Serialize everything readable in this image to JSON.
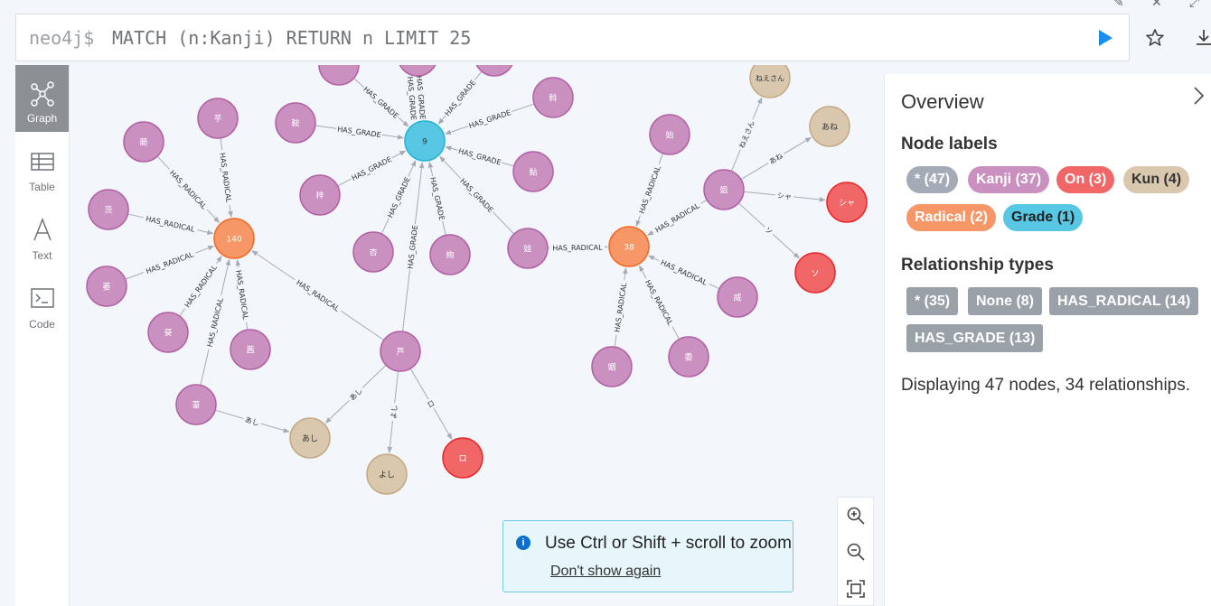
{
  "editor": {
    "prompt": "neo4j$",
    "query": "MATCH (n:Kanji) RETURN n LIMIT 25"
  },
  "sidebar": {
    "items": [
      {
        "label": "Graph"
      },
      {
        "label": "Table"
      },
      {
        "label": "Text"
      },
      {
        "label": "Code"
      }
    ]
  },
  "overview": {
    "title": "Overview",
    "node_labels_heading": "Node labels",
    "node_labels": [
      {
        "label": "* (47)",
        "color": "#a5abb6"
      },
      {
        "label": "Kanji (37)",
        "color": "#c990c0"
      },
      {
        "label": "On (3)",
        "color": "#f16667"
      },
      {
        "label": "Kun (4)",
        "color": "#d9c8ae"
      },
      {
        "label": "Radical (2)",
        "color": "#f79767"
      },
      {
        "label": "Grade (1)",
        "color": "#57c7e3"
      }
    ],
    "rel_types_heading": "Relationship types",
    "rel_types": [
      "* (35)",
      "None (8)",
      "HAS_RADICAL (14)",
      "HAS_GRADE (13)"
    ],
    "summary": "Displaying 47 nodes, 34 relationships."
  },
  "toast": {
    "message": "Use Ctrl or Shift + scroll to zoom",
    "link": "Don't show again"
  },
  "graph": {
    "colors": {
      "Kanji": "#c990c0",
      "On": "#f16667",
      "Kun": "#d9c8ae",
      "Radical": "#f79767",
      "Grade": "#57c7e3"
    },
    "nodes": [
      {
        "id": "g9",
        "label": "Grade",
        "caption": "9"
      },
      {
        "id": "r140",
        "label": "Radical",
        "caption": "140"
      },
      {
        "id": "r38",
        "label": "Radical",
        "caption": "38"
      },
      {
        "id": "k_top1",
        "label": "Kanji",
        "caption": ""
      },
      {
        "id": "k_top2",
        "label": "Kanji",
        "caption": ""
      },
      {
        "id": "k_top3",
        "label": "Kanji",
        "caption": ""
      },
      {
        "id": "k_bin",
        "label": "Kanji",
        "caption": "鞍"
      },
      {
        "id": "k_kan",
        "label": "Kanji",
        "caption": "斡"
      },
      {
        "id": "k_asu",
        "label": "Kanji",
        "caption": "梓"
      },
      {
        "id": "k_ayu",
        "label": "Kanji",
        "caption": "鮎"
      },
      {
        "id": "k_anzu",
        "label": "Kanji",
        "caption": "杏"
      },
      {
        "id": "k_ku",
        "label": "Kanji",
        "caption": "絢"
      },
      {
        "id": "k_wa",
        "label": "Kanji",
        "caption": "娃"
      },
      {
        "id": "k_ashi",
        "label": "Kanji",
        "caption": "芦"
      },
      {
        "id": "k_imo",
        "label": "Kanji",
        "caption": "芋"
      },
      {
        "id": "k_ran",
        "label": "Kanji",
        "caption": "藺"
      },
      {
        "id": "k_ibara",
        "label": "Kanji",
        "caption": "茨"
      },
      {
        "id": "k_mugi",
        "label": "Kanji",
        "caption": "萎"
      },
      {
        "id": "k_aoi",
        "label": "Kanji",
        "caption": "葵"
      },
      {
        "id": "k_nishi",
        "label": "Kanji",
        "caption": "茜"
      },
      {
        "id": "k_kaya",
        "label": "Kanji",
        "caption": "葦"
      },
      {
        "id": "k_hajime",
        "label": "Kanji",
        "caption": "始"
      },
      {
        "id": "k_ane",
        "label": "Kanji",
        "caption": "姐"
      },
      {
        "id": "k_i",
        "label": "Kanji",
        "caption": "威"
      },
      {
        "id": "k_i2",
        "label": "Kanji",
        "caption": "委"
      },
      {
        "id": "k_in",
        "label": "Kanji",
        "caption": "姻"
      },
      {
        "id": "u_ashi",
        "label": "Kun",
        "caption": "あし"
      },
      {
        "id": "u_yoshi",
        "label": "Kun",
        "caption": "よし"
      },
      {
        "id": "u_neesan",
        "label": "Kun",
        "caption": "ねえさん"
      },
      {
        "id": "u_ane",
        "label": "Kun",
        "caption": "あね"
      },
      {
        "id": "o_ro",
        "label": "On",
        "caption": "ロ"
      },
      {
        "id": "o_sha",
        "label": "On",
        "caption": "シャ"
      },
      {
        "id": "o_so",
        "label": "On",
        "caption": "ソ"
      }
    ],
    "relationships": [
      {
        "source": "k_top1",
        "target": "g9",
        "type": "HAS_GRADE"
      },
      {
        "source": "k_top2",
        "target": "g9",
        "type": "HAS_GRADE"
      },
      {
        "source": "k_top2",
        "target": "g9",
        "type": "HAS_GRADE"
      },
      {
        "source": "k_top3",
        "target": "g9",
        "type": "HAS_GRADE"
      },
      {
        "source": "k_bin",
        "target": "g9",
        "type": "HAS_GRADE"
      },
      {
        "source": "k_kan",
        "target": "g9",
        "type": "HAS_GRADE"
      },
      {
        "source": "k_asu",
        "target": "g9",
        "type": "HAS_GRADE"
      },
      {
        "source": "k_ayu",
        "target": "g9",
        "type": "HAS_GRADE"
      },
      {
        "source": "k_anzu",
        "target": "g9",
        "type": "HAS_GRADE"
      },
      {
        "source": "k_ku",
        "target": "g9",
        "type": "HAS_GRADE"
      },
      {
        "source": "k_wa",
        "target": "g9",
        "type": "HAS_GRADE"
      },
      {
        "source": "k_ashi",
        "target": "g9",
        "type": "HAS_GRADE"
      },
      {
        "source": "k_imo",
        "target": "r140",
        "type": "HAS_RADICAL"
      },
      {
        "source": "k_ran",
        "target": "r140",
        "type": "HAS_RADICAL"
      },
      {
        "source": "k_ibara",
        "target": "r140",
        "type": "HAS_RADICAL"
      },
      {
        "source": "k_mugi",
        "target": "r140",
        "type": "HAS_RADICAL"
      },
      {
        "source": "k_aoi",
        "target": "r140",
        "type": "HAS_RADICAL"
      },
      {
        "source": "k_nishi",
        "target": "r140",
        "type": "HAS_RADICAL"
      },
      {
        "source": "k_kaya",
        "target": "r140",
        "type": "HAS_RADICAL"
      },
      {
        "source": "k_ashi",
        "target": "r140",
        "type": "HAS_RADICAL"
      },
      {
        "source": "k_wa",
        "target": "r38",
        "type": "HAS_RADICAL"
      },
      {
        "source": "k_hajime",
        "target": "r38",
        "type": "HAS_RADICAL"
      },
      {
        "source": "k_ane",
        "target": "r38",
        "type": "HAS_RADICAL"
      },
      {
        "source": "k_i",
        "target": "r38",
        "type": "HAS_RADICAL"
      },
      {
        "source": "k_i2",
        "target": "r38",
        "type": "HAS_RADICAL"
      },
      {
        "source": "k_in",
        "target": "r38",
        "type": "HAS_RADICAL"
      },
      {
        "source": "k_ashi",
        "target": "u_ashi",
        "type": "あし"
      },
      {
        "source": "k_kaya",
        "target": "u_ashi",
        "type": "あし"
      },
      {
        "source": "k_ashi",
        "target": "u_yoshi",
        "type": "よし"
      },
      {
        "source": "k_ashi",
        "target": "o_ro",
        "type": "ロ"
      },
      {
        "source": "k_ane",
        "target": "u_neesan",
        "type": "ねえさん"
      },
      {
        "source": "k_ane",
        "target": "u_ane",
        "type": "あね"
      },
      {
        "source": "k_ane",
        "target": "o_sha",
        "type": "シャ"
      },
      {
        "source": "k_ane",
        "target": "o_so",
        "type": "ソ"
      }
    ]
  }
}
